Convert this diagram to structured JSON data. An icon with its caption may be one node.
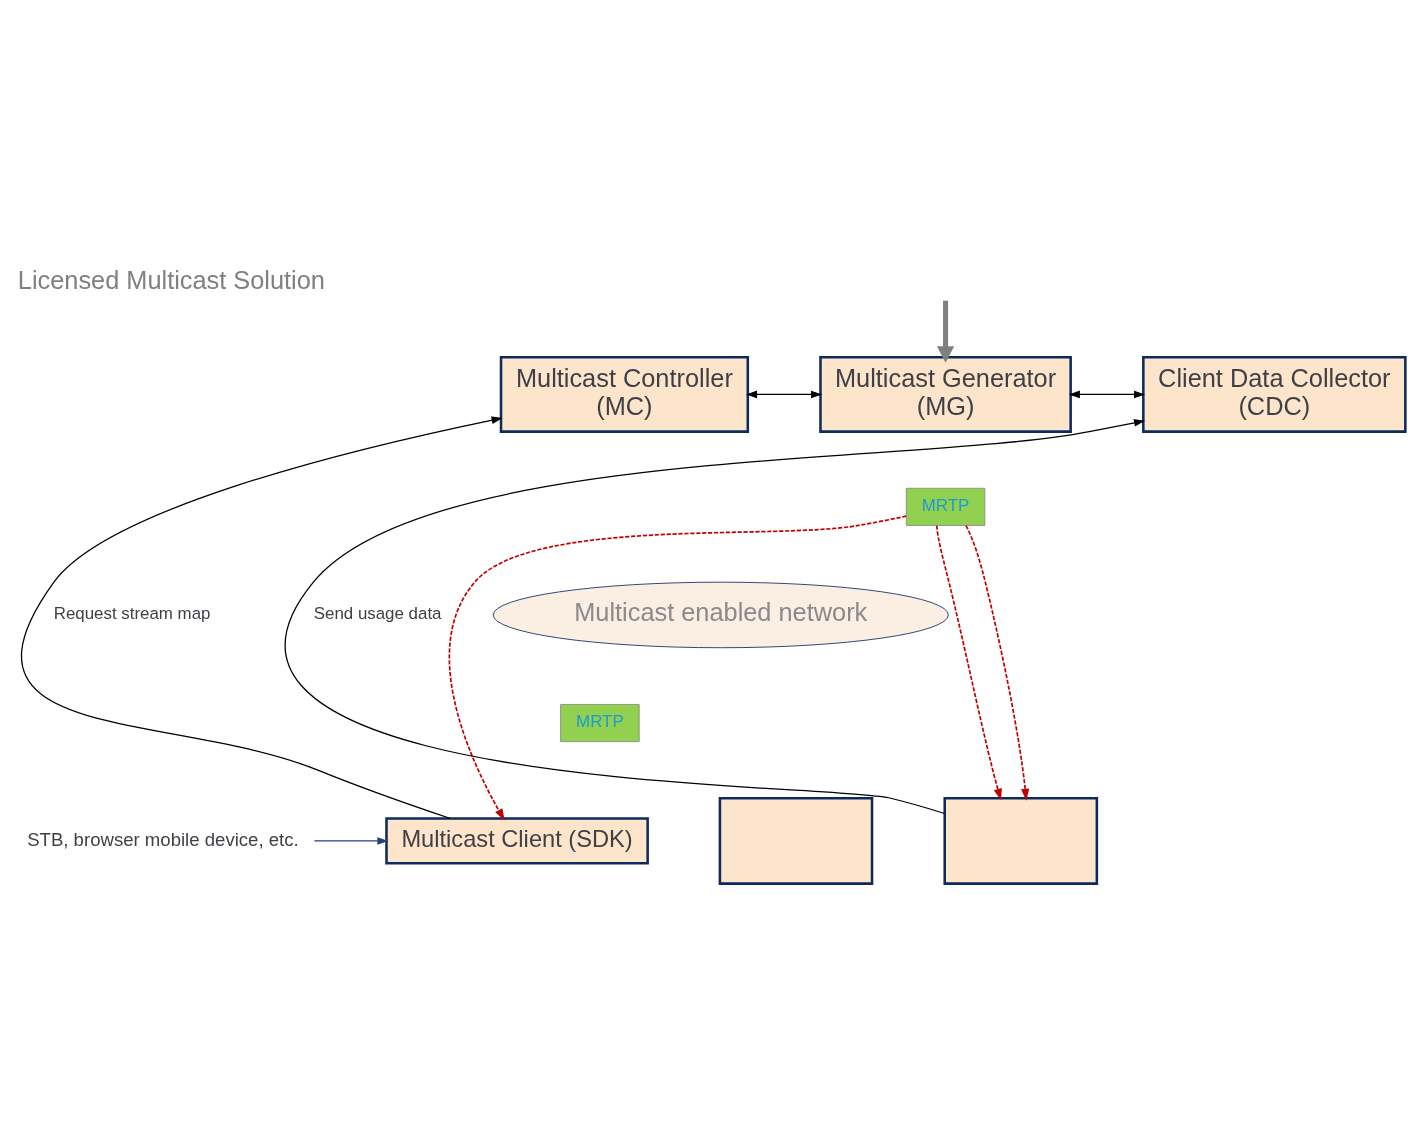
{
  "diagram": {
    "title": "Licensed Multicast Solution",
    "nodes": [
      {
        "text": [
          "Multicast Controller",
          "(MC)"
        ]
      },
      {
        "text": [
          "Multicast Generator",
          "(MG)"
        ]
      },
      {
        "text": [
          "MRTP"
        ]
      },
      {
        "text": [
          "Client Data Collector",
          "(CDC)"
        ]
      },
      {
        "text": [
          "Multicast enabled network"
        ]
      },
      {
        "text": [],
        "shape": "box"
      },
      {
        "text": [],
        "shape": "box"
      },
      {
        "text": [
          "Multicast Client (SDK)"
        ]
      },
      {
        "text": [
          "MRTP"
        ]
      },
      {
        "text": [
          "STB, browser mobile device, etc."
        ]
      }
    ],
    "edges": [
      {
        "from": null,
        "to": 1,
        "arrow": "to",
        "style": "thick",
        "color": "#808080"
      },
      {
        "from": 0,
        "to": 1,
        "arrow": "both"
      },
      {
        "from": 1,
        "to": 3,
        "arrow": "both"
      },
      {
        "from": 2,
        "to": 7,
        "arrow": "to",
        "style": "dashed",
        "color": "#c00000"
      },
      {
        "from": 2,
        "to": 6,
        "arrow": "to",
        "style": "dashed",
        "color": "#c00000"
      },
      {
        "from": 2,
        "to": 6,
        "arrow": "to",
        "style": "dashed",
        "color": "#c00000"
      },
      {
        "from": 7,
        "to": 0,
        "arrow": "to",
        "label": "Request stream map"
      },
      {
        "from": 6,
        "to": 3,
        "arrow": "to",
        "label": "Send usage data"
      },
      {
        "from": 9,
        "to": 7,
        "arrow": "to",
        "color": "#1f3f7f"
      }
    ]
  }
}
